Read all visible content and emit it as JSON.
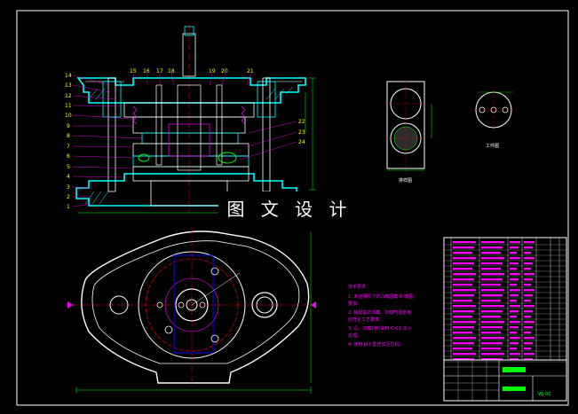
{
  "watermark": "图 文 设 计",
  "callouts": {
    "left": [
      "14",
      "13",
      "12",
      "11",
      "10",
      "9",
      "8",
      "7",
      "6",
      "5",
      "4",
      "3",
      "2",
      "1"
    ],
    "top": [
      "15",
      "16",
      "17",
      "18",
      "19",
      "20",
      "21"
    ],
    "right": [
      "22",
      "23",
      "24"
    ]
  },
  "views": {
    "side_caption": "排样图",
    "part_caption": "工件图"
  },
  "notes": {
    "title": "技术要求",
    "lines": [
      "1. 未注明尺寸的凸模圆角 R 按图",
      "   要求;",
      "2. 装配前凸凹模、凹模与固定板",
      "   应符合工艺要求;",
      "3. 凸、凹模材料采用 Cr12 淬火",
      "   处理;",
      "4. 使用 J23 型开式压力机。"
    ]
  },
  "title_block": {
    "drawing_no": "WJ-00"
  },
  "colors": {
    "background": "#000000",
    "outline": "#ffffff",
    "cyan": "#00ffff",
    "magenta": "#ff00ff",
    "red": "#ff0000",
    "green": "#00ff00",
    "yellow": "#ffff00",
    "blue": "#0000ff"
  }
}
